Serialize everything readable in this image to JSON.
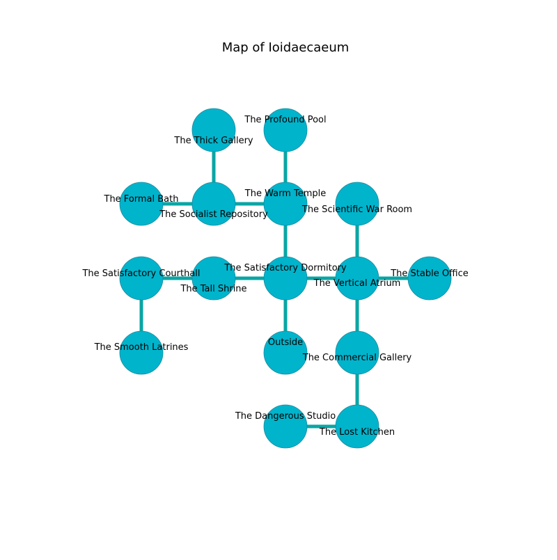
{
  "title": "Map of Ioidaecaeum",
  "colors": {
    "node_fill": "#00b4cc",
    "node_stroke": "#1b8a9c",
    "edge": "#0aa6a4"
  },
  "rooms": [
    {
      "id": "thick_gallery",
      "name": "The Thick Gallery"
    },
    {
      "id": "profound_pool",
      "name": "The Profound Pool"
    },
    {
      "id": "formal_bath",
      "name": "The Formal Bath"
    },
    {
      "id": "socialist_repository",
      "name": "The Socialist Repository"
    },
    {
      "id": "warm_temple",
      "name": "The Warm Temple"
    },
    {
      "id": "scientific_war_room",
      "name": "The Scientific War Room"
    },
    {
      "id": "satisfactory_courthall",
      "name": "The Satisfactory Courthall"
    },
    {
      "id": "tall_shrine",
      "name": "The Tall Shrine"
    },
    {
      "id": "satisfactory_dormitory",
      "name": "The Satisfactory Dormitory"
    },
    {
      "id": "vertical_atrium",
      "name": "The Vertical Atrium"
    },
    {
      "id": "stable_office",
      "name": "The Stable Office"
    },
    {
      "id": "smooth_latrines",
      "name": "The Smooth Latrines"
    },
    {
      "id": "outside",
      "name": "Outside"
    },
    {
      "id": "commercial_gallery",
      "name": "The Commercial Gallery"
    },
    {
      "id": "dangerous_studio",
      "name": "The Dangerous Studio"
    },
    {
      "id": "lost_kitchen",
      "name": "The Lost Kitchen"
    }
  ],
  "connections": [
    [
      "thick_gallery",
      "socialist_repository"
    ],
    [
      "profound_pool",
      "warm_temple"
    ],
    [
      "formal_bath",
      "socialist_repository"
    ],
    [
      "socialist_repository",
      "warm_temple"
    ],
    [
      "warm_temple",
      "satisfactory_dormitory"
    ],
    [
      "scientific_war_room",
      "vertical_atrium"
    ],
    [
      "satisfactory_courthall",
      "tall_shrine"
    ],
    [
      "satisfactory_courthall",
      "smooth_latrines"
    ],
    [
      "tall_shrine",
      "satisfactory_dormitory"
    ],
    [
      "satisfactory_dormitory",
      "vertical_atrium"
    ],
    [
      "satisfactory_dormitory",
      "outside"
    ],
    [
      "vertical_atrium",
      "stable_office"
    ],
    [
      "vertical_atrium",
      "commercial_gallery"
    ],
    [
      "commercial_gallery",
      "lost_kitchen"
    ],
    [
      "dangerous_studio",
      "lost_kitchen"
    ]
  ]
}
